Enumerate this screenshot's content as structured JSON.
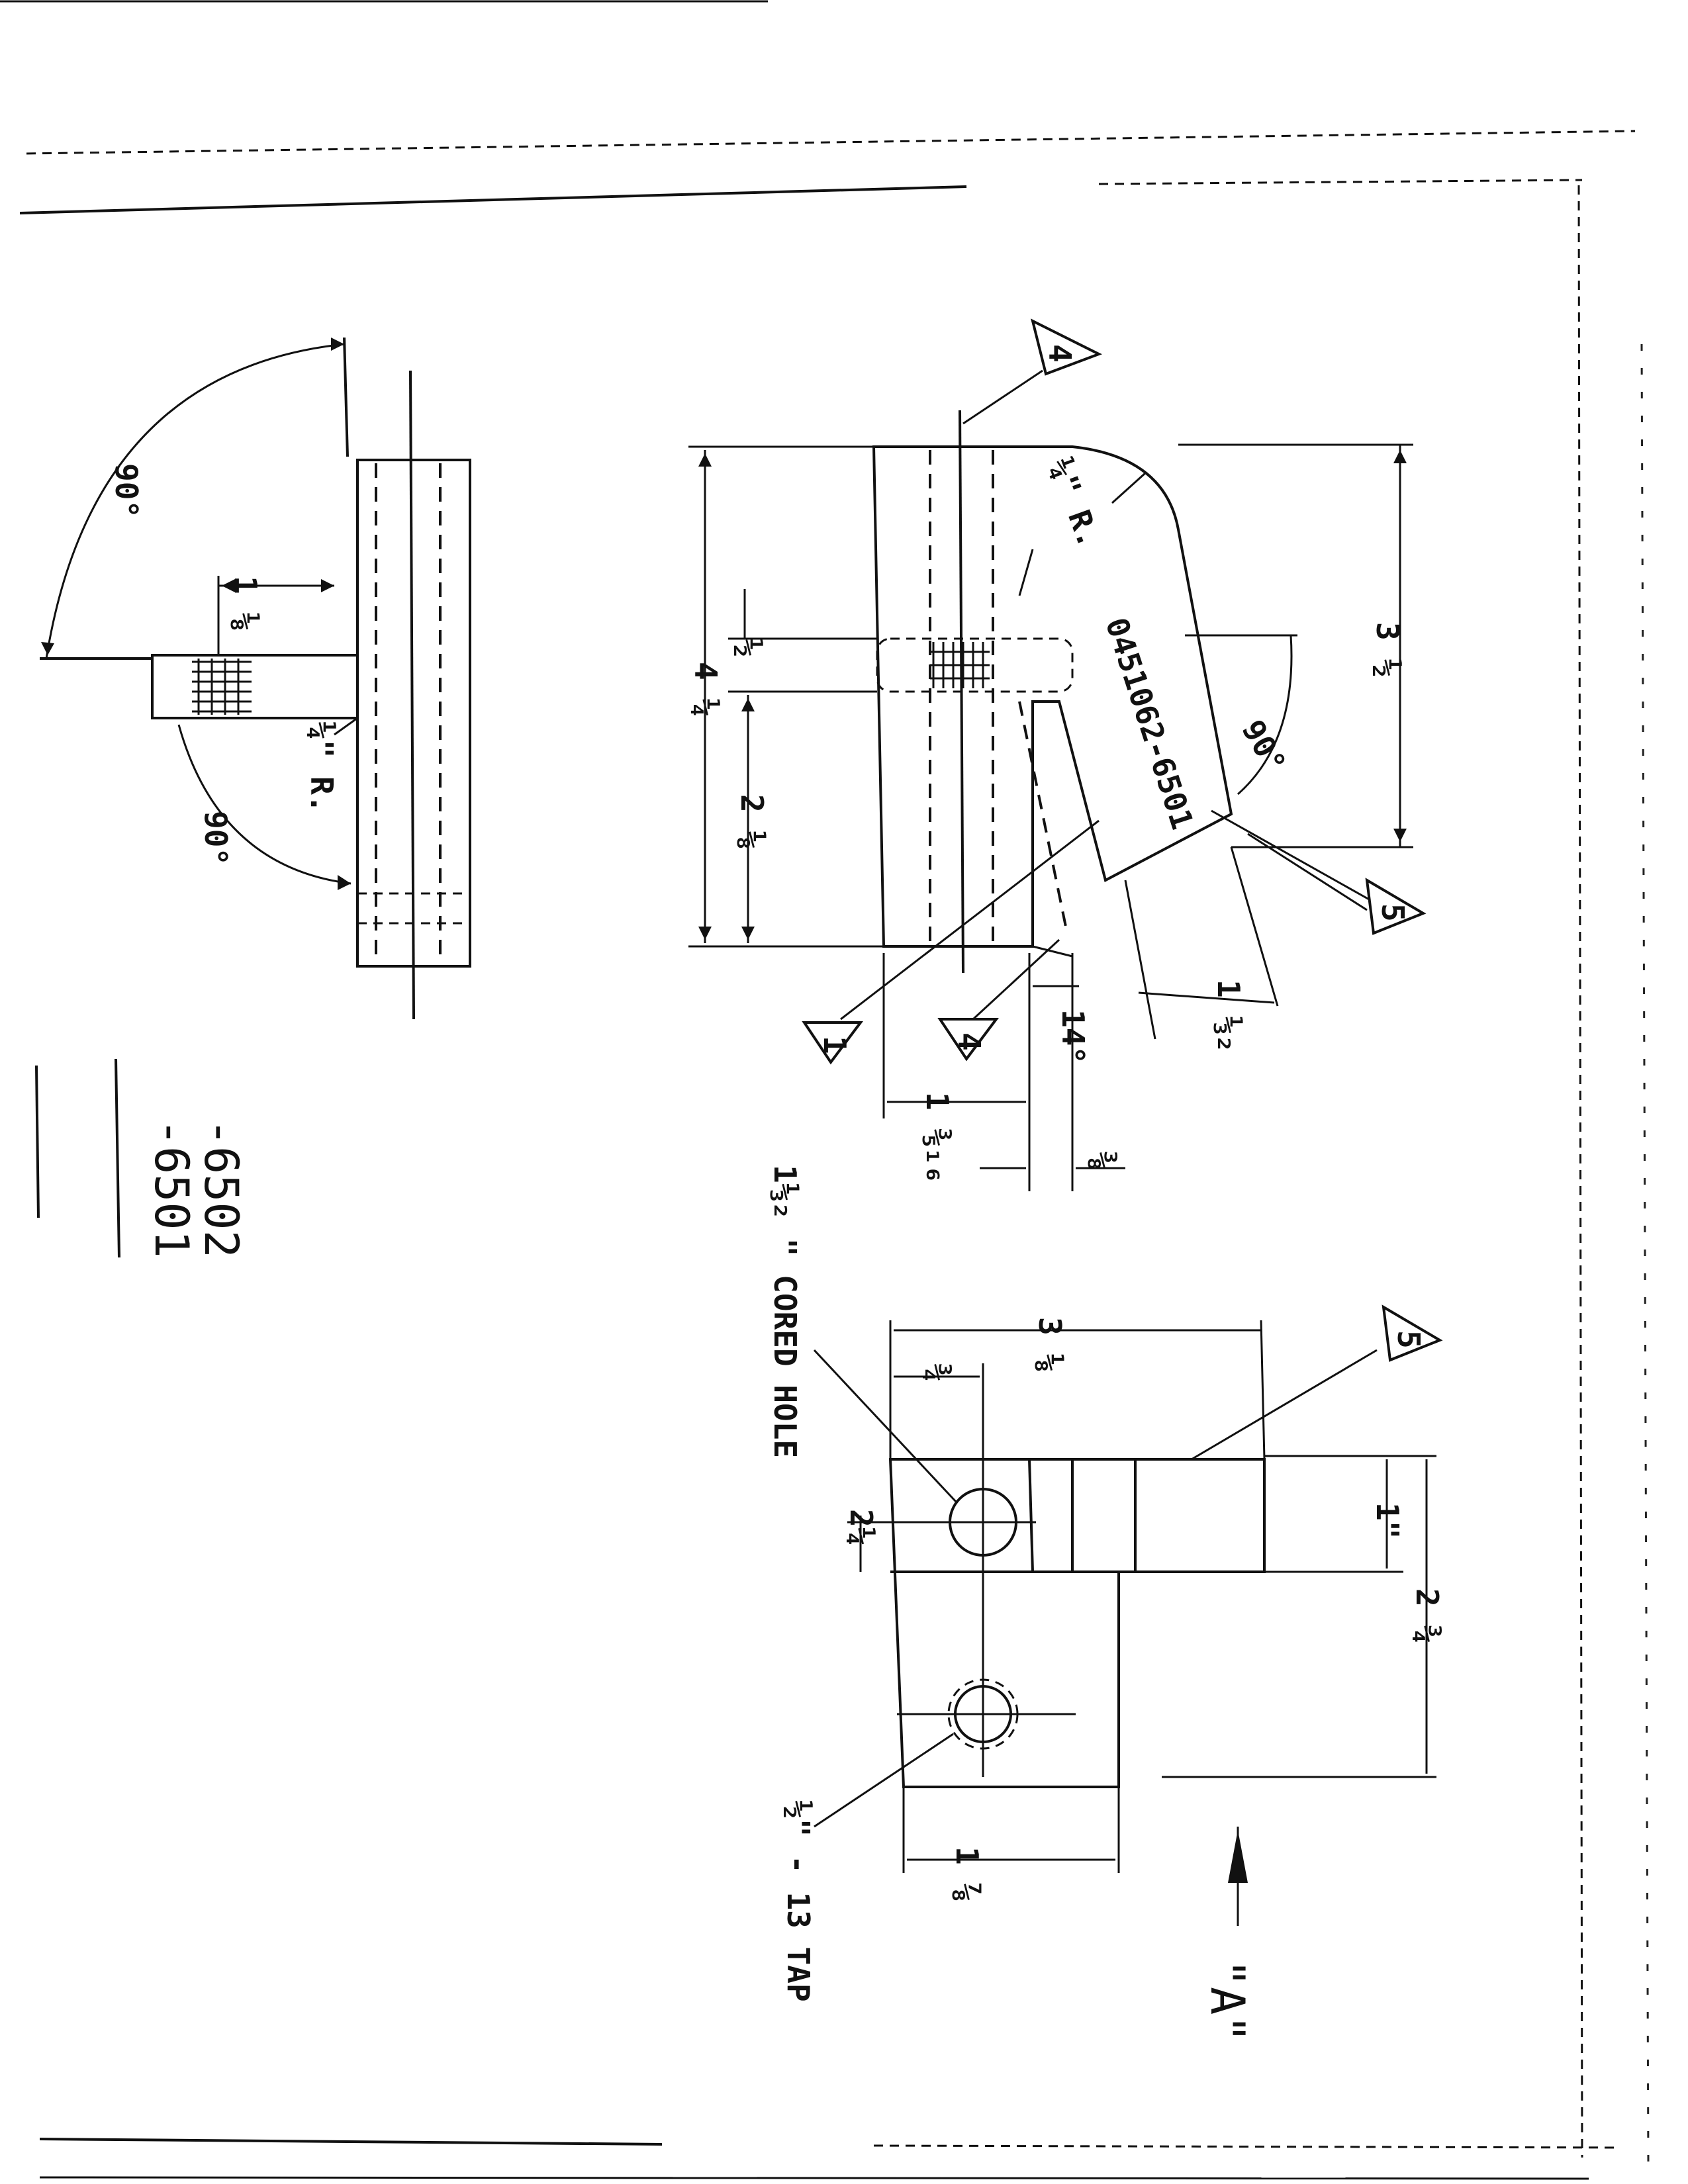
{
  "drawing": {
    "part_numbers": [
      "-6501",
      "-6502"
    ],
    "part_number_full": "0451062-6501",
    "view_label": "\"A\"",
    "flags": {
      "one": "1",
      "four": "4",
      "five": "5"
    }
  },
  "left_view": {
    "dim_1_1_8": "1 ⅛",
    "angle_top": "90°",
    "angle_bottom": "90°",
    "radius": "¼\" R."
  },
  "side_view": {
    "radius": "¼\" R.",
    "dim_4_1_4": "4 ¼",
    "dim_1_2": "½",
    "dim_2_1_8": "2 ⅛",
    "dim_3_1_2": "3 ½",
    "angle_90": "90°",
    "angle_14": "14°",
    "dim_1_1_32": "1 ⅓₂",
    "dim_1_3_16": "1 ⅗₁₆",
    "dim_3_8": "⅜"
  },
  "bottom_view": {
    "cored_hole": "1⅓₂ \" CORED HOLE",
    "dim_3_1_8": "3 ⅛",
    "dim_3_4": "¾",
    "dim_1": "1\"",
    "dim_2_3_4": "2 ¾",
    "dim_2_1_4": "2¼",
    "dim_1_7_8": "1 ⅞",
    "tap": "½\" - 13 TAP"
  }
}
